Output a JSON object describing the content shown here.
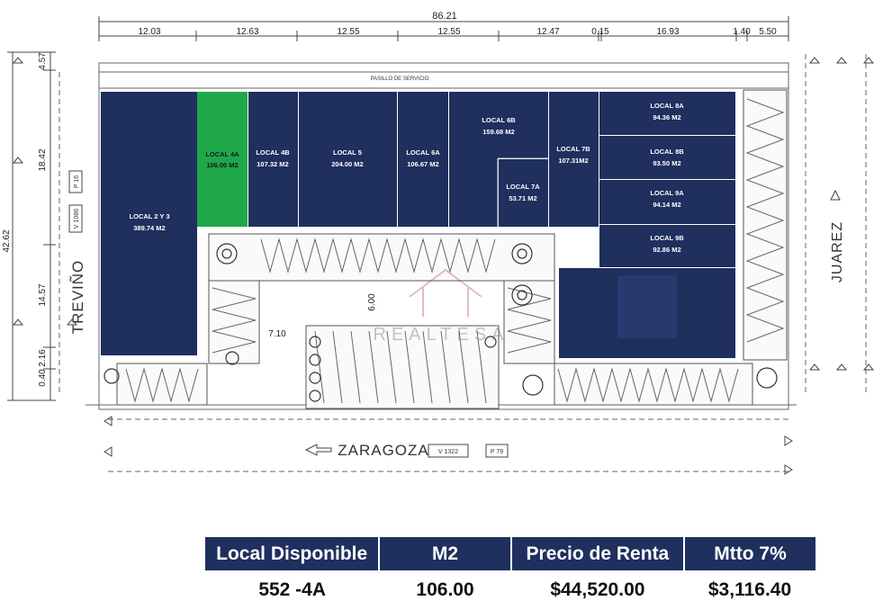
{
  "plan": {
    "overall_width": "86.21",
    "top_dims": [
      "12.03",
      "12.63",
      "12.55",
      "12.55",
      "12.47",
      "0.15",
      "16.93",
      "1.40",
      "5.50"
    ],
    "left_dims": [
      "4.57",
      "18.42",
      "42.62",
      "14.57",
      "2.16",
      "0.40"
    ],
    "dim_710": "7.10",
    "dim_600": "6.00",
    "service_label": "PASILLO DE SERVICIO",
    "streets": {
      "left": "TREVIÑO",
      "right": "JUAREZ",
      "bottom": "ZARAGOZA"
    },
    "street_tags": {
      "left_v": "V 1086",
      "left_p": "P 16",
      "bottom_v": "V 1322",
      "bottom_p": "P 79"
    },
    "watermark": "REALTESA",
    "units": [
      {
        "id": "local-2y3",
        "name": "LOCAL 2 Y 3",
        "area": "389.74 M2",
        "highlight": false
      },
      {
        "id": "local-4a",
        "name": "LOCAL 4A",
        "area": "106.00 M2",
        "highlight": true
      },
      {
        "id": "local-4b",
        "name": "LOCAL 4B",
        "area": "107.32 M2",
        "highlight": false
      },
      {
        "id": "local-5",
        "name": "LOCAL 5",
        "area": "204.00 M2",
        "highlight": false
      },
      {
        "id": "local-6a",
        "name": "LOCAL 6A",
        "area": "106.67 M2",
        "highlight": false
      },
      {
        "id": "local-6b",
        "name": "LOCAL 6B",
        "area": "159.68 M2",
        "highlight": false
      },
      {
        "id": "local-7a",
        "name": "LOCAL 7A",
        "area": "53.71 M2",
        "highlight": false
      },
      {
        "id": "local-7b",
        "name": "LOCAL 7B",
        "area": "107.31M2",
        "highlight": false
      },
      {
        "id": "local-8a",
        "name": "LOCAL 8A",
        "area": "94.36 M2",
        "highlight": false
      },
      {
        "id": "local-8b",
        "name": "LOCAL 8B",
        "area": "93.50 M2",
        "highlight": false
      },
      {
        "id": "local-9a",
        "name": "LOCAL 9A",
        "area": "94.14 M2",
        "highlight": false
      },
      {
        "id": "local-9b",
        "name": "LOCAL 9B",
        "area": "92.86 M2",
        "highlight": false
      }
    ],
    "colors": {
      "unit": "#1f2f5e",
      "available": "#1fa84a",
      "line": "#555555",
      "table_header": "#1f2f5e"
    }
  },
  "table": {
    "headers": [
      "Local Disponible",
      "M2",
      "Precio de Renta",
      "Mtto 7%"
    ],
    "row": [
      "552 -4A",
      "106.00",
      "$44,520.00",
      "$3,116.40"
    ]
  }
}
